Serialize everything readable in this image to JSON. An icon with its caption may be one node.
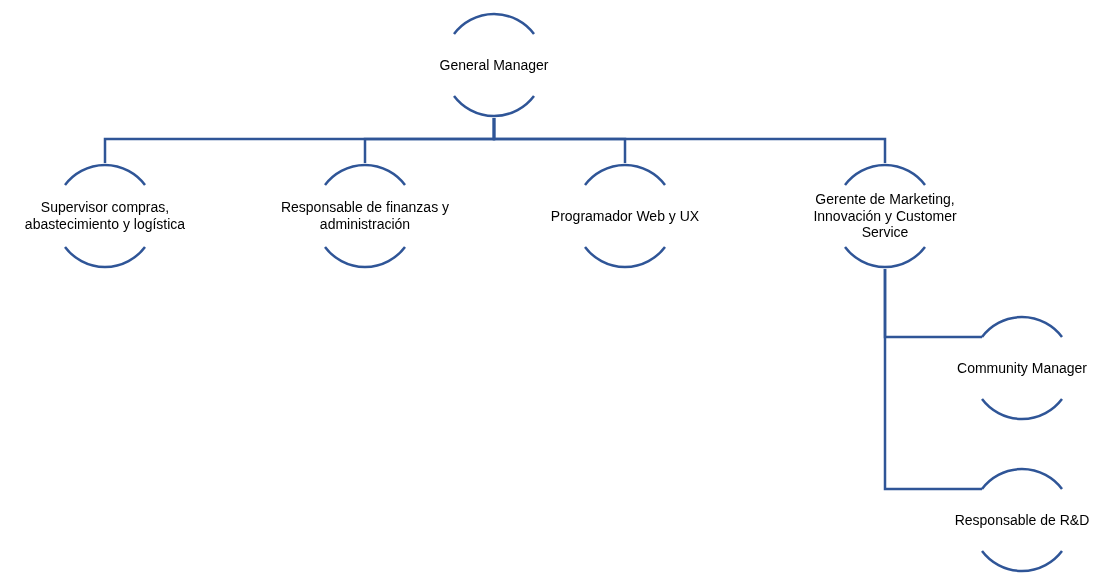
{
  "diagram": {
    "nodes": [
      {
        "text": [
          "General Manager"
        ]
      },
      {
        "text": [
          "Supervisor compras, abastecimiento y logística"
        ]
      },
      {
        "text": [
          "Responsable de finanzas y administración"
        ]
      },
      {
        "text": [
          "Programador Web y UX"
        ]
      },
      {
        "text": [
          "Gerente de Marketing, Innovación y Customer Service"
        ]
      },
      {
        "text": [
          "Community Manager"
        ]
      },
      {
        "text": [
          "Responsable de R&D"
        ]
      }
    ],
    "edges": [
      {
        "from": 0,
        "to": 1,
        "arrow": "none"
      },
      {
        "from": 0,
        "to": 2,
        "arrow": "none"
      },
      {
        "from": 0,
        "to": 3,
        "arrow": "none"
      },
      {
        "from": 0,
        "to": 4,
        "arrow": "none"
      },
      {
        "from": 4,
        "to": 5,
        "arrow": "none"
      },
      {
        "from": 4,
        "to": 6,
        "arrow": "none"
      }
    ]
  }
}
